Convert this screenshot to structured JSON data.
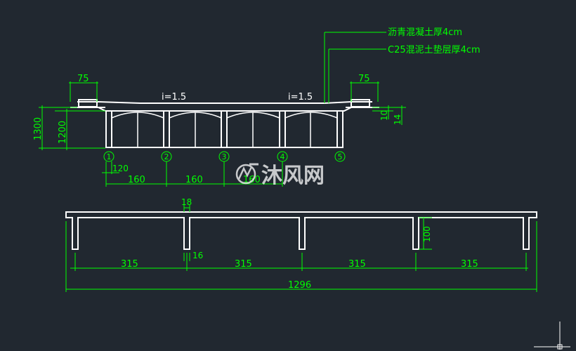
{
  "colors": {
    "background": "#212830",
    "structure": "#ffffff",
    "dimension": "#00ff00",
    "watermark": "#ffffff"
  },
  "annotations": {
    "layer_top": "沥青混凝土厚4cm",
    "layer_bottom": "C25混泥土垫层厚4cm",
    "slope_left": "i=1.5",
    "slope_right": "i=1.5"
  },
  "top_dims": {
    "curb_left": "75",
    "curb_right": "75",
    "total_height": "1300",
    "beam_height": "1200",
    "right_small_1": "10",
    "right_small_2": "14",
    "web": "120",
    "spacing": [
      "160",
      "160",
      "160"
    ]
  },
  "axes": [
    "1",
    "2",
    "3",
    "4",
    "5"
  ],
  "bottom_dims": {
    "web": "18",
    "web_gap": "16",
    "rib_height": "100",
    "spans": [
      "315",
      "315",
      "315",
      "315"
    ],
    "total": "1296"
  },
  "watermark": {
    "text": "沐风网"
  }
}
